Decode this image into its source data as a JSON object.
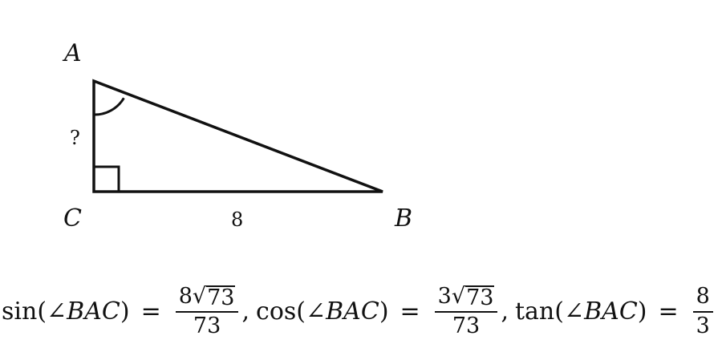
{
  "diagram": {
    "vertices": {
      "a": "A",
      "b": "B",
      "c": "C"
    },
    "sides": {
      "ac": "?",
      "cb": "8"
    },
    "marks": {
      "right_angle_at": "C",
      "angle_arc_at": "A"
    }
  },
  "formula": {
    "sin": {
      "fn": "sin",
      "angle": "∠BAC",
      "numerator_coef": "8",
      "radical_symbol": "√",
      "radicand": "73",
      "denominator": "73"
    },
    "cos": {
      "fn": "cos",
      "angle": "∠BAC",
      "numerator_coef": "3",
      "radical_symbol": "√",
      "radicand": "73",
      "denominator": "73"
    },
    "tan": {
      "fn": "tan",
      "angle": "∠BAC",
      "numerator": "8",
      "denominator": "3"
    },
    "symbols": {
      "lparen": "(",
      "rparen": ")",
      "equals": "=",
      "comma": ","
    }
  }
}
